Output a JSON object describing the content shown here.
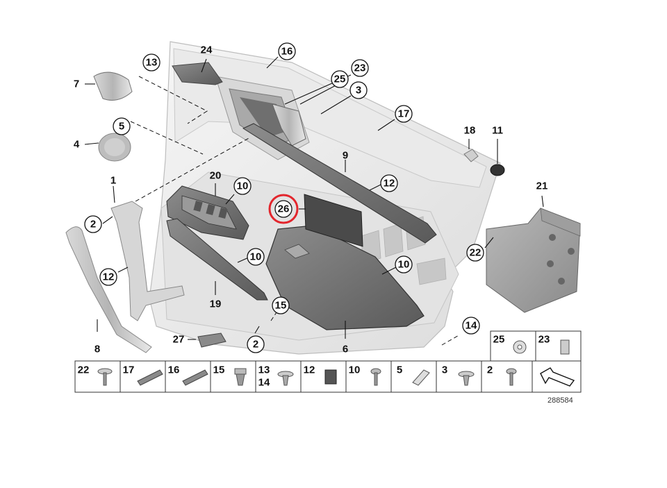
{
  "diagram": {
    "callouts": [
      {
        "id": "c24",
        "label": "24",
        "circled": false
      },
      {
        "id": "c16",
        "label": "16",
        "circled": true
      },
      {
        "id": "c13",
        "label": "13",
        "circled": true
      },
      {
        "id": "c23",
        "label": "23",
        "circled": true
      },
      {
        "id": "c25",
        "label": "25",
        "circled": true
      },
      {
        "id": "c3",
        "label": "3",
        "circled": true
      },
      {
        "id": "c7",
        "label": "7",
        "circled": false
      },
      {
        "id": "c17",
        "label": "17",
        "circled": true
      },
      {
        "id": "c5",
        "label": "5",
        "circled": true
      },
      {
        "id": "c18",
        "label": "18",
        "circled": false
      },
      {
        "id": "c11",
        "label": "11",
        "circled": false
      },
      {
        "id": "c4",
        "label": "4",
        "circled": false
      },
      {
        "id": "c9",
        "label": "9",
        "circled": false
      },
      {
        "id": "c1",
        "label": "1",
        "circled": false
      },
      {
        "id": "c20",
        "label": "20",
        "circled": false
      },
      {
        "id": "c10a",
        "label": "10",
        "circled": true
      },
      {
        "id": "c12a",
        "label": "12",
        "circled": true
      },
      {
        "id": "c21",
        "label": "21",
        "circled": false
      },
      {
        "id": "c26",
        "label": "26",
        "circled": true,
        "highlighted": true
      },
      {
        "id": "c2a",
        "label": "2",
        "circled": true
      },
      {
        "id": "c22a",
        "label": "22",
        "circled": true
      },
      {
        "id": "c10b",
        "label": "10",
        "circled": true
      },
      {
        "id": "c10c",
        "label": "10",
        "circled": true
      },
      {
        "id": "c12b",
        "label": "12",
        "circled": true
      },
      {
        "id": "c19",
        "label": "19",
        "circled": false
      },
      {
        "id": "c15a",
        "label": "15",
        "circled": true
      },
      {
        "id": "c14a",
        "label": "14",
        "circled": true
      },
      {
        "id": "c8",
        "label": "8",
        "circled": false
      },
      {
        "id": "c27",
        "label": "27",
        "circled": false
      },
      {
        "id": "c2b",
        "label": "2",
        "circled": true
      },
      {
        "id": "c6",
        "label": "6",
        "circled": false
      }
    ],
    "parts_table": {
      "top_row": [
        {
          "label": "25"
        },
        {
          "label": "23"
        }
      ],
      "bottom_row": [
        {
          "label": "22"
        },
        {
          "label": "17"
        },
        {
          "label": "16"
        },
        {
          "label": "15"
        },
        {
          "label": "13",
          "label2": "14"
        },
        {
          "label": "12"
        },
        {
          "label": "10"
        },
        {
          "label": "5"
        },
        {
          "label": "3"
        },
        {
          "label": "2"
        }
      ]
    },
    "drawing_id": "288584",
    "colors": {
      "line": "#111111",
      "panel_light": "#eeeeee",
      "panel_mid": "#d4d4d4",
      "trim_dark": "#7a7a7a",
      "trim_darker": "#555555",
      "highlight_ring": "#e3262d"
    }
  }
}
